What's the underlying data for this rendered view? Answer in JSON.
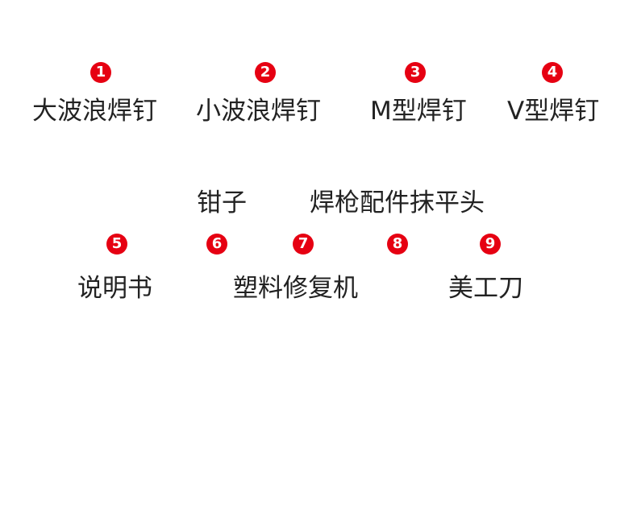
{
  "row1": {
    "items": [
      {
        "number": "1",
        "label": "大波浪焊钉"
      },
      {
        "number": "2",
        "label": "小波浪焊钉"
      },
      {
        "number": "3",
        "label": "M型焊钉"
      },
      {
        "number": "4",
        "label": "V型焊钉"
      }
    ]
  },
  "middle": {
    "item_pliers": "钳子",
    "item_torch_head": "焊枪配件抹平头"
  },
  "row2": {
    "numbers": [
      "5",
      "6",
      "7",
      "8",
      "9"
    ],
    "labels": {
      "manual": "说明书",
      "plastic_repair": "塑料修复机",
      "utility_knife": "美工刀"
    }
  },
  "colors": {
    "badge_red": "#e60012",
    "text": "#222222",
    "background": "#ffffff"
  }
}
